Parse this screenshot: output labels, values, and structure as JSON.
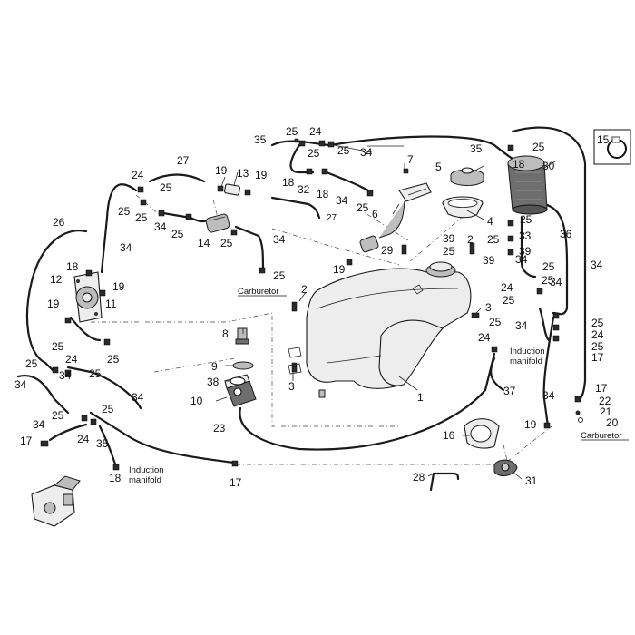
{
  "diagram": {
    "labels": {
      "carburetor": "Carburetor",
      "induction": "Induction",
      "manifold": "manifold"
    },
    "callout_15": "15"
  }
}
